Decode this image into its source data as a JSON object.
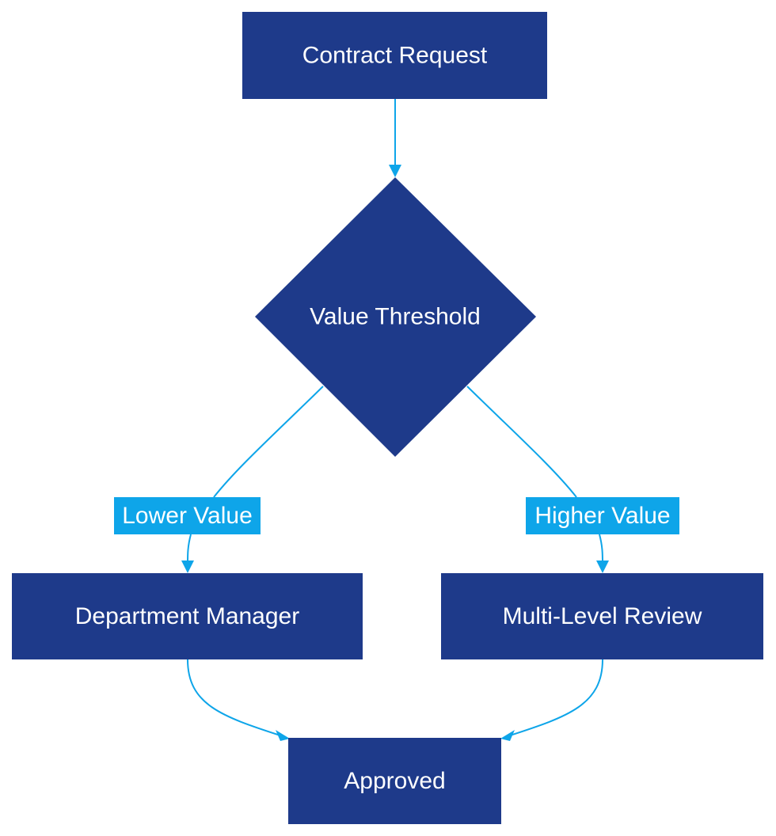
{
  "colors": {
    "node_fill": "#1e3a8a",
    "node_text": "#ffffff",
    "edge": "#0ea5e9",
    "edge_label_bg": "#0ea5e9",
    "edge_label_text": "#ffffff",
    "background": "#ffffff"
  },
  "nodes": {
    "contract_request": "Contract Request",
    "value_threshold": "Value Threshold",
    "department_manager": "Department Manager",
    "multi_level_review": "Multi-Level Review",
    "approved": "Approved"
  },
  "edges": [
    {
      "from": "contract_request",
      "to": "value_threshold",
      "label": ""
    },
    {
      "from": "value_threshold",
      "to": "department_manager",
      "label": "Lower Value"
    },
    {
      "from": "value_threshold",
      "to": "multi_level_review",
      "label": "Higher Value"
    },
    {
      "from": "department_manager",
      "to": "approved",
      "label": ""
    },
    {
      "from": "multi_level_review",
      "to": "approved",
      "label": ""
    }
  ]
}
